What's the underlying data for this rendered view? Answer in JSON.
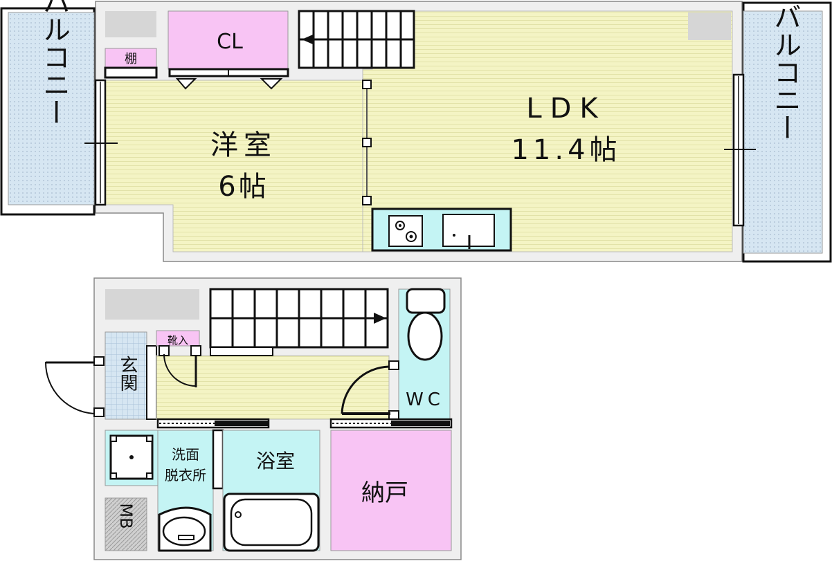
{
  "floor_upper": {
    "balcony_left": "バルコニー",
    "balcony_right": "バルコニー",
    "closet": "CL",
    "shelf": "棚",
    "western_room": {
      "name": "洋室",
      "size": "6帖"
    },
    "ldk": {
      "name": "LDK",
      "size": "11.4帖"
    }
  },
  "floor_lower": {
    "entrance": "玄関",
    "shoe_box": "靴入",
    "wc": "WC",
    "washroom_line1": "洗面",
    "washroom_line2": "脱衣所",
    "bathroom": "浴室",
    "storage": "納戸",
    "meter_box": "MB"
  },
  "colors": {
    "tatami_yellow": "#f4f4c4",
    "balcony_blue": "#d4e4f0",
    "closet_pink": "#f8c4f4",
    "wet_cyan": "#c4f4f4",
    "grey_block": "#d8d8d8",
    "outer_grey": "#f0f0f0",
    "line": "#222222"
  }
}
